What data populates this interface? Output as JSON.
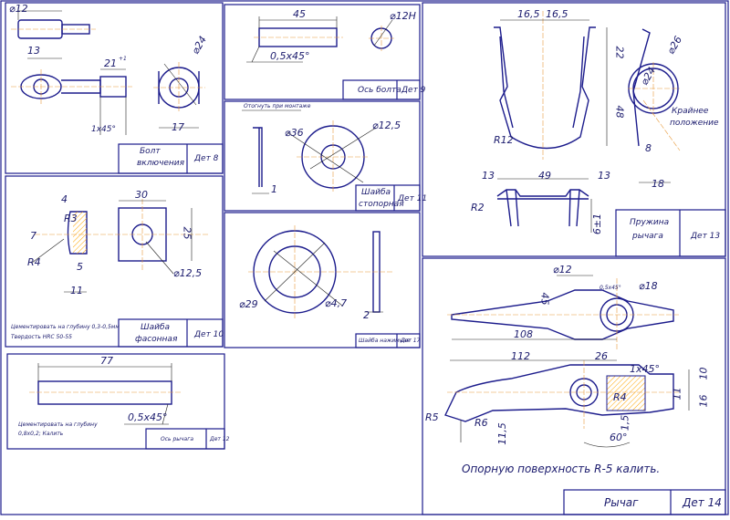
{
  "colors": {
    "outline": "#1c1c8c",
    "dimension": "#222222",
    "centerline": "#e89a3a",
    "hatch": "#ffa500"
  },
  "panels": {
    "det8": {
      "title_lines": [
        "Болт",
        "включения"
      ],
      "det": "Дет 8",
      "dims": {
        "d12": "⌀12",
        "d13": "13",
        "d21": "21",
        "d21_tol": "+1",
        "d24": "⌀24",
        "chamfer": "1x45°",
        "d17": "17"
      }
    },
    "det9": {
      "title": "Ось болта",
      "det": "Дет 9",
      "dims": {
        "d45": "45",
        "d12h": "⌀12H",
        "chamfer": "0,5x45°"
      }
    },
    "det11": {
      "title_lines": [
        "Шайба",
        "стопорная"
      ],
      "det": "Дет 11",
      "dims": {
        "note": "Отогнуть при монтаже",
        "d36": "⌀36",
        "d125": "⌀12,5",
        "d1": "1"
      }
    },
    "det10": {
      "title_lines": [
        "Шайба",
        "фасонная"
      ],
      "det": "Дет 10",
      "notes": [
        "Цементировать на глубину 0,3-0,5мм",
        "Твердость HRC 50-55"
      ],
      "dims": {
        "d4": "4",
        "d30": "30",
        "d7": "7",
        "r3": "R3",
        "d25": "25",
        "r4": "R4",
        "d5": "5",
        "d125": "⌀12,5",
        "d11": "11"
      }
    },
    "det17": {
      "title": "Шайба нажимная",
      "det": "Дет 17",
      "dims": {
        "d29": "⌀29",
        "d47": "⌀4,7",
        "d2": "2"
      }
    },
    "det12": {
      "title": "Ось рычага",
      "det": "Дет 12",
      "notes": [
        "Цементировать на глубину",
        "0,8х0,2; Калить"
      ],
      "dims": {
        "d77": "77",
        "chamfer": "0,5x45°"
      }
    },
    "det13": {
      "title_lines": [
        "Пружина",
        "рычага"
      ],
      "det": "Дет 13",
      "dims": {
        "d165a": "16,5",
        "d165b": "16,5",
        "d26": "⌀26",
        "d22": "22",
        "d24": "⌀24",
        "extreme": [
          "Крайнее",
          "положение"
        ],
        "d48": "48",
        "r12": "R12",
        "d8": "8",
        "d18": "18",
        "d13a": "13",
        "d49": "49",
        "d13b": "13",
        "r2": "R2",
        "d61": "6±1"
      }
    },
    "det14": {
      "title": "Рычаг",
      "det": "Дет 14",
      "note": "Опорную поверхность R-5 калить.",
      "dims": {
        "d12": "⌀12",
        "d18": "⌀18",
        "d45": "45",
        "chamfer_small": "0,5x45°",
        "d108": "108",
        "d112": "112",
        "d26": "26",
        "chamfer": "1x45°",
        "d10": "10",
        "r4": "R4",
        "d11": "11",
        "d16": "16",
        "r5": "R5",
        "r16": "R6",
        "d15": "1,5",
        "d60": "60°",
        "d115": "11,5"
      }
    }
  }
}
